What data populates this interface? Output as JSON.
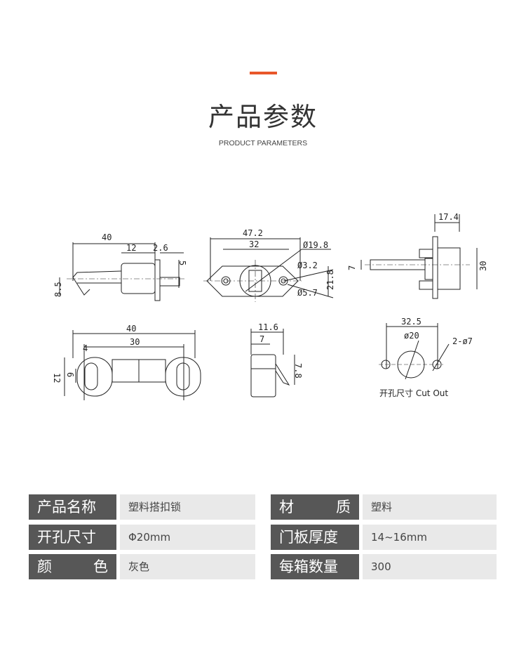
{
  "header": {
    "title": "产品参数",
    "subtitle": "PRODUCT PARAMETERS",
    "accent_color": "#e8572a"
  },
  "drawing": {
    "side": {
      "d40": "40",
      "d12": "12",
      "d26": "2.6",
      "d5": "5",
      "d85": "8.5"
    },
    "front": {
      "d472": "47.2",
      "d32": "32",
      "d198": "Ø19.8",
      "d32h": "Ø3.2",
      "d57": "Ø5.7",
      "d218": "21.8"
    },
    "end": {
      "d174": "17.4",
      "d7": "7",
      "d30": "30"
    },
    "bottom": {
      "d40": "40",
      "d30": "30",
      "d4": "4",
      "d12": "12",
      "d6": "6"
    },
    "catch": {
      "d116": "11.6",
      "d7": "7",
      "d78": "7.8"
    },
    "cutout": {
      "d325": "32.5",
      "d20": "ø20",
      "d27": "2-ø7",
      "caption": "开孔尺寸 Cut Out"
    }
  },
  "specs": [
    {
      "label": "产品名称",
      "value": "塑料搭扣锁"
    },
    {
      "label": "材质",
      "label_chars": [
        "材",
        "质"
      ],
      "value": "塑料"
    },
    {
      "label": "开孔尺寸",
      "value": "Φ20mm"
    },
    {
      "label": "门板厚度",
      "value": "14~16mm"
    },
    {
      "label": "颜色",
      "label_chars": [
        "颜",
        "色"
      ],
      "value": "灰色"
    },
    {
      "label": "每箱数量",
      "value": "300"
    }
  ]
}
